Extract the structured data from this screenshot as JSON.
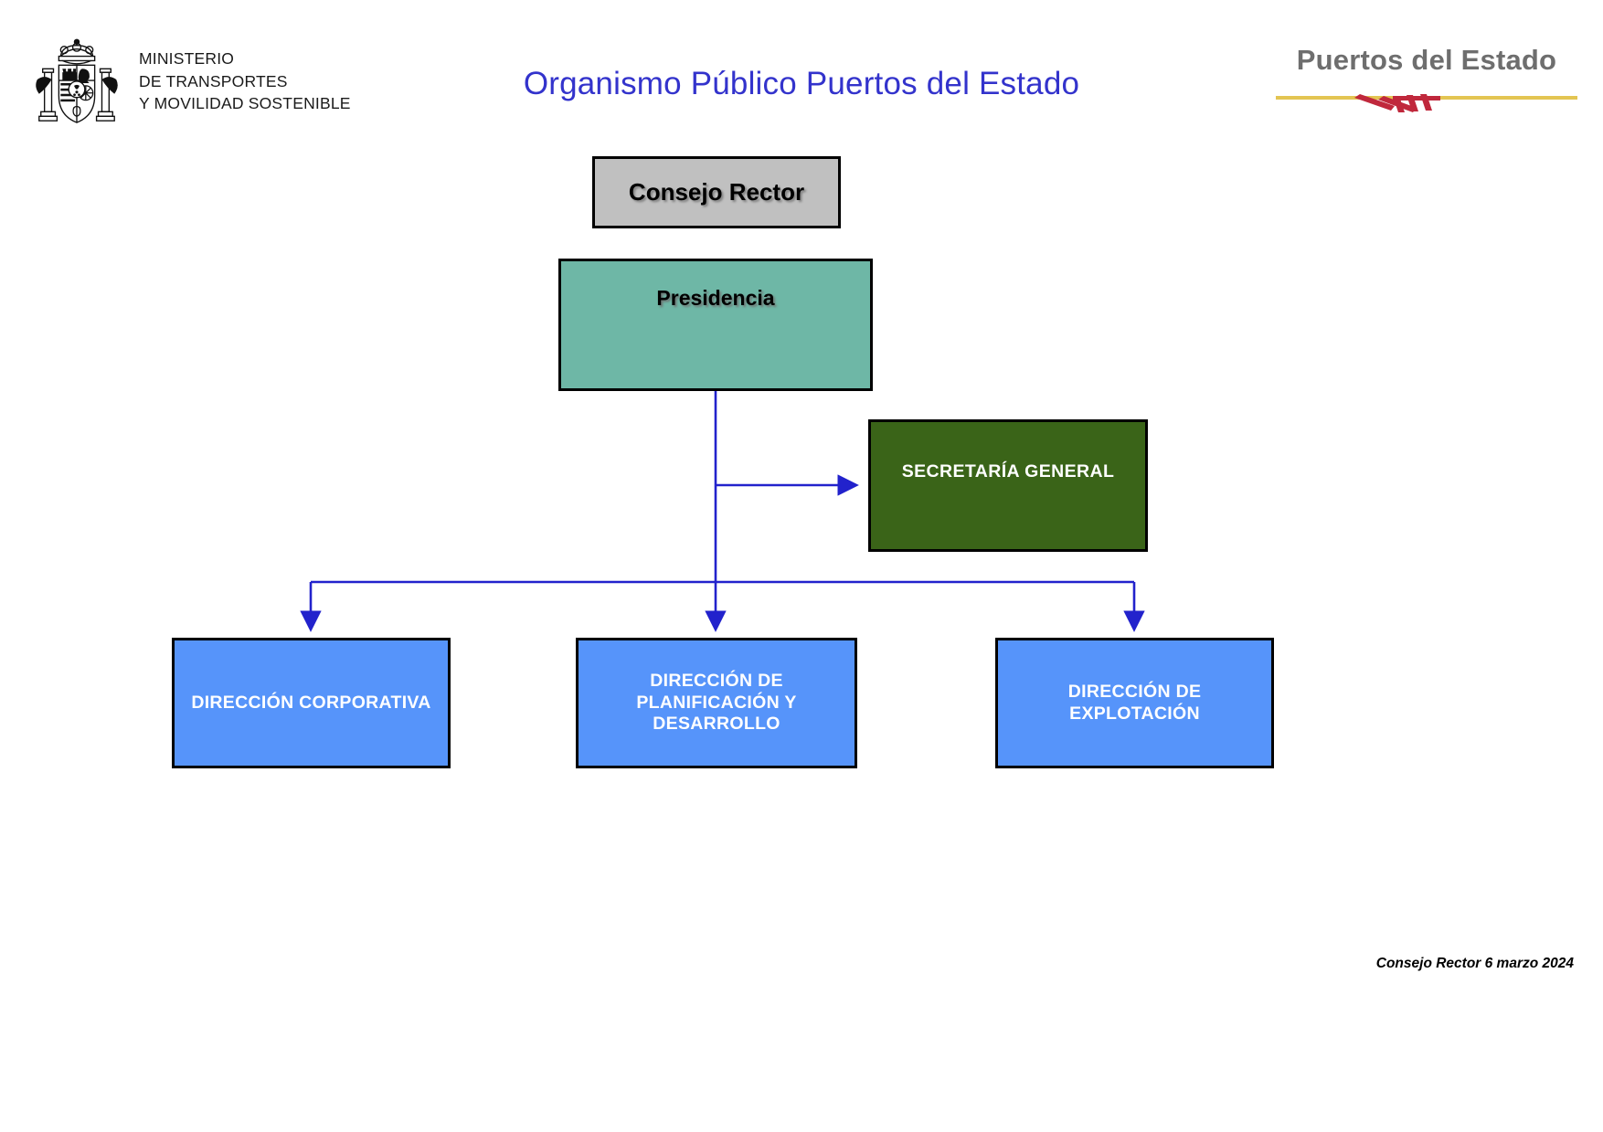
{
  "header": {
    "title": "Organismo Público Puertos del Estado",
    "title_color": "#3333CC",
    "ministry": {
      "logo_name": "spain-coat-of-arms",
      "line1": "MINISTERIO",
      "line2": "DE TRANSPORTES",
      "line3": "Y MOVILIDAD SOSTENIBLE",
      "text_block": "MINISTERIO\nDE TRANSPORTES\nY MOVILIDAD SOSTENIBLE"
    },
    "brand": {
      "name": "Puertos del Estado",
      "text_color": "#6E6E6E",
      "rule_color": "#E3C552",
      "mark_color": "#C0283C"
    }
  },
  "chart_data": {
    "type": "diagram",
    "subtype": "organizational-chart",
    "title": "Organismo Público Puertos del Estado",
    "nodes": [
      {
        "id": "consejo-rector",
        "label": "Consejo Rector",
        "level": 0,
        "fill": "#C0C0C0",
        "text_color": "#000000",
        "border_color": "#000000"
      },
      {
        "id": "presidencia",
        "label": "Presidencia",
        "level": 1,
        "fill": "#6EB7A6",
        "text_color": "#000000",
        "border_color": "#000000"
      },
      {
        "id": "secretaria-general",
        "label": "SECRETARÍA GENERAL",
        "level": 2,
        "fill": "#3A6418",
        "text_color": "#FFFFFF",
        "border_color": "#000000"
      },
      {
        "id": "direccion-corporativa",
        "label": "DIRECCIÓN CORPORATIVA",
        "level": 3,
        "fill": "#5694FA",
        "text_color": "#FFFFFF",
        "border_color": "#000000"
      },
      {
        "id": "direccion-planificacion-desarrollo",
        "label": "DIRECCIÓN DE PLANIFICACIÓN Y DESARROLLO",
        "label_lines": [
          "DIRECCIÓN DE",
          "PLANIFICACIÓN Y",
          "DESARROLLO"
        ],
        "level": 3,
        "fill": "#5694FA",
        "text_color": "#FFFFFF",
        "border_color": "#000000"
      },
      {
        "id": "direccion-explotacion",
        "label": "DIRECCIÓN DE EXPLOTACIÓN",
        "level": 3,
        "fill": "#5694FA",
        "text_color": "#FFFFFF",
        "border_color": "#000000"
      }
    ],
    "edges": [
      {
        "from": "presidencia",
        "to": "secretaria-general",
        "style": "elbow-arrow",
        "color": "#2222CC"
      },
      {
        "from": "presidencia",
        "to": "direccion-corporativa",
        "style": "elbow-arrow",
        "color": "#2222CC"
      },
      {
        "from": "presidencia",
        "to": "direccion-planificacion-desarrollo",
        "style": "straight-arrow",
        "color": "#2222CC"
      },
      {
        "from": "presidencia",
        "to": "direccion-explotacion",
        "style": "elbow-arrow",
        "color": "#2222CC"
      }
    ],
    "connector_color": "#2222CC"
  },
  "footer": {
    "note": "Consejo Rector 6 marzo 2024"
  }
}
